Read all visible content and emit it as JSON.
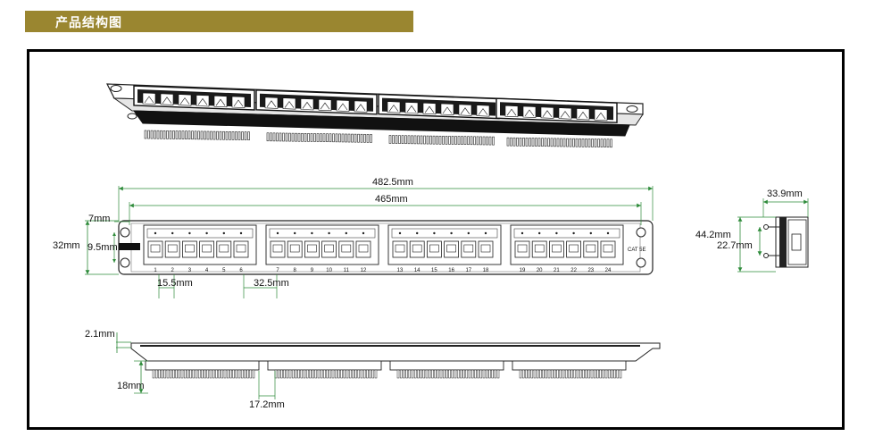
{
  "header": {
    "title": "产品结构图",
    "accent_color": "#9a8630"
  },
  "dimension_color": "#2e8b3a",
  "front_view": {
    "dims": {
      "overall_width": "482.5mm",
      "inner_width": "465mm",
      "height": "32mm",
      "mount_hole_offset": "7mm",
      "mount_hole_slot": "9.5mm",
      "port_pitch": "15.5mm",
      "module_pitch": "32.5mm"
    },
    "label": "CAT 5E",
    "port_numbers": [
      "1",
      "2",
      "3",
      "4",
      "5",
      "6",
      "7",
      "8",
      "9",
      "10",
      "11",
      "12",
      "13",
      "14",
      "15",
      "16",
      "17",
      "18",
      "19",
      "20",
      "21",
      "22",
      "23",
      "24"
    ]
  },
  "side_view": {
    "dims": {
      "depth": "33.9mm",
      "height": "44.2mm",
      "inner_height": "22.7mm"
    }
  },
  "bottom_view": {
    "dims": {
      "plate_thickness": "2.1mm",
      "depth": "18mm",
      "module_gap": "17.2mm"
    }
  }
}
